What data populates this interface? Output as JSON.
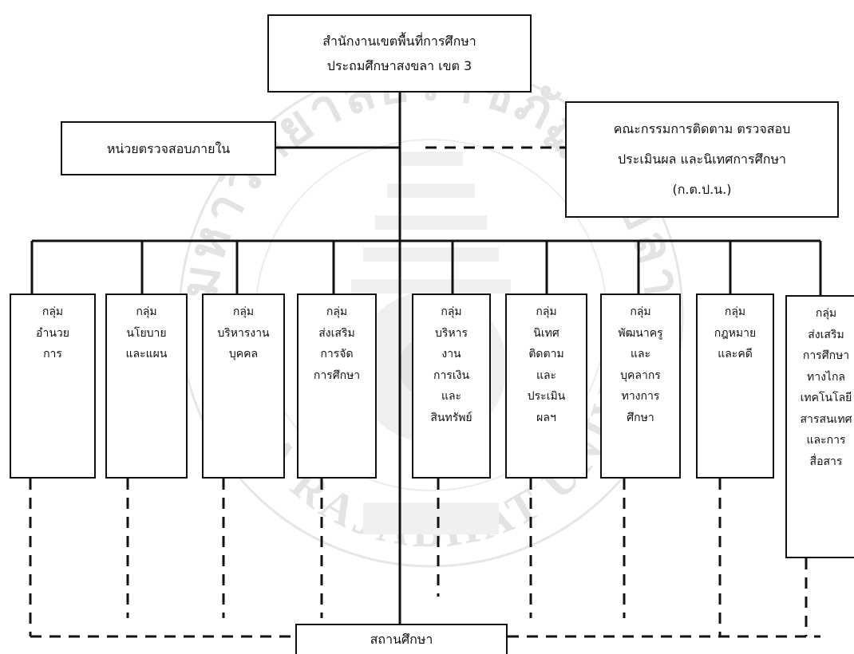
{
  "watermark": {
    "arc_top": "มหาวิทยาลัยราชภัฏสงขลา",
    "arc_bottom": "SONGKHLA RAJABHAT UNIVERSITY"
  },
  "chart": {
    "root": {
      "lines": [
        "สำนักงานเขตพื้นที่การศึกษา",
        "ประถมศึกษาสงขลา เขต 3"
      ]
    },
    "audit_unit": {
      "label": "หน่วยตรวจสอบภายใน"
    },
    "committee": {
      "lines": [
        "คณะกรรมการติดตาม ตรวจสอบ",
        "ประเมินผล และนิเทศการศึกษา",
        "(ก.ต.ป.น.)"
      ]
    },
    "departments": [
      {
        "name": "group-admin",
        "lines": [
          "กลุ่ม",
          "อำนวย",
          "การ"
        ]
      },
      {
        "name": "group-policy-plan",
        "lines": [
          "กลุ่ม",
          "นโยบาย",
          "และแผน"
        ]
      },
      {
        "name": "group-personnel",
        "lines": [
          "กลุ่ม",
          "บริหารงาน",
          "บุคคล"
        ]
      },
      {
        "name": "group-education-promotion",
        "lines": [
          "กลุ่ม",
          "ส่งเสริม",
          "การจัด",
          "การศึกษา"
        ]
      },
      {
        "name": "group-finance-assets",
        "lines": [
          "กลุ่ม",
          "บริหาร",
          "งาน",
          "การเงิน",
          "และ",
          "สินทรัพย์"
        ]
      },
      {
        "name": "group-supervision",
        "lines": [
          "กลุ่ม",
          "นิเทศ",
          "ติดตาม",
          "และ",
          "ประเมิน",
          "ผลฯ"
        ]
      },
      {
        "name": "group-teacher-development",
        "lines": [
          "กลุ่ม",
          "พัฒนาครู",
          "และ",
          "บุคลากร",
          "ทางการ",
          "ศึกษา"
        ]
      },
      {
        "name": "group-legal",
        "lines": [
          "กลุ่ม",
          "กฎหมาย",
          "และคดี"
        ]
      },
      {
        "name": "group-distance-ict",
        "lines": [
          "กลุ่ม",
          "ส่งเสริม",
          "การศึกษา",
          "ทางไกล",
          "เทคโนโลยี",
          "สารสนเทศ",
          "และการ",
          "สื่อสาร"
        ]
      }
    ],
    "school": {
      "label": "สถานศึกษา"
    }
  }
}
